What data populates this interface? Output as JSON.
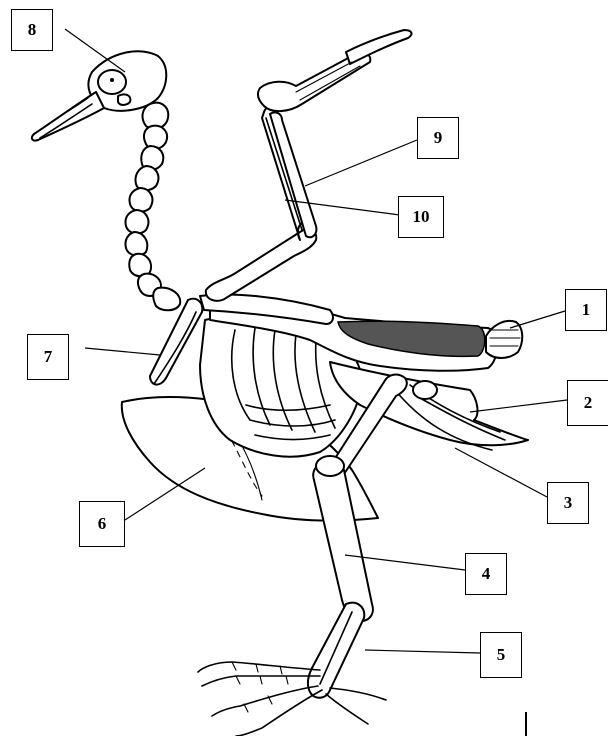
{
  "labels": [
    {
      "id": "label-1",
      "text": "1"
    },
    {
      "id": "label-2",
      "text": "2"
    },
    {
      "id": "label-3",
      "text": "3"
    },
    {
      "id": "label-4",
      "text": "4"
    },
    {
      "id": "label-5",
      "text": "5"
    },
    {
      "id": "label-6",
      "text": "6"
    },
    {
      "id": "label-7",
      "text": "7"
    },
    {
      "id": "label-8",
      "text": "8"
    },
    {
      "id": "label-9",
      "text": "9"
    },
    {
      "id": "label-10",
      "text": "10"
    }
  ],
  "colors": {
    "ink": "#000000",
    "highlight": "#555555",
    "paper": "#ffffff"
  }
}
